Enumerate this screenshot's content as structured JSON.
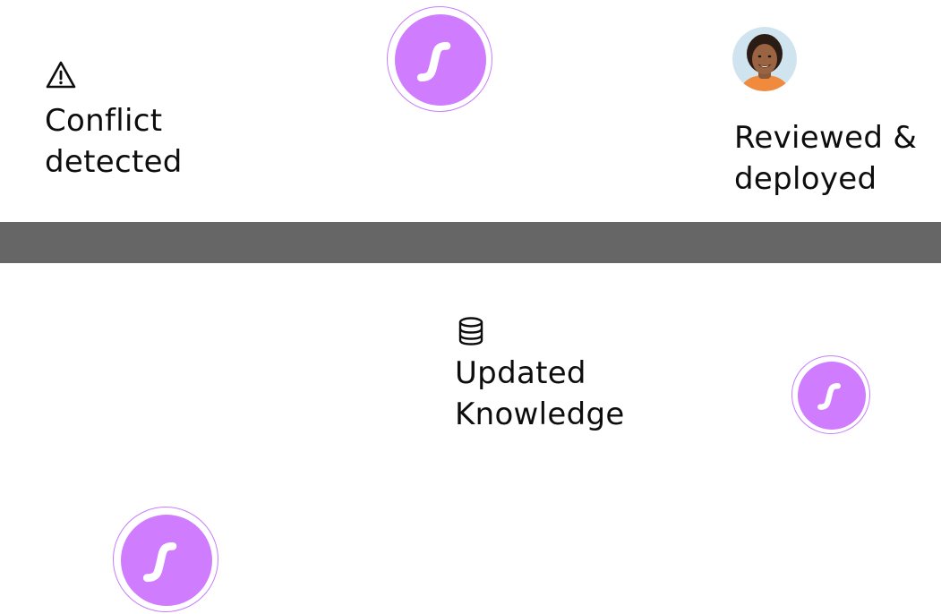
{
  "steps": {
    "conflict": {
      "icon": "warning-triangle-icon",
      "label_line1": "Conflict",
      "label_line2": "detected"
    },
    "reviewed": {
      "icon": "avatar",
      "label_line1": "Reviewed &",
      "label_line2": "deployed"
    },
    "updated": {
      "icon": "database-icon",
      "label_line1": "Updated",
      "label_line2": "Knowledge"
    }
  },
  "brand": {
    "icon": "brand-s-logo-icon",
    "accent_color": "#d07cff",
    "ring_color": "#c77dff"
  },
  "divider_color": "#666666"
}
